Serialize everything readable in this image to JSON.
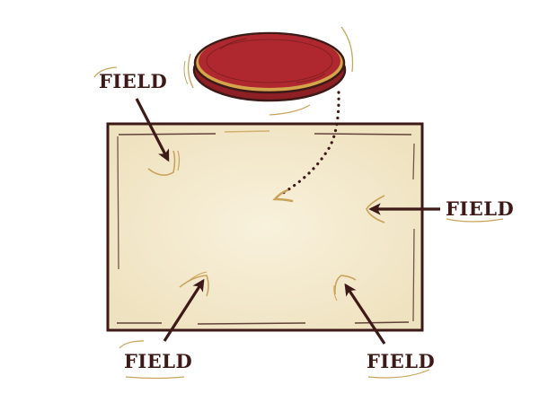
{
  "diagram": {
    "labels": [
      {
        "id": "top-left",
        "text": "FIELD"
      },
      {
        "id": "right",
        "text": "FIELD"
      },
      {
        "id": "bottom-left",
        "text": "FIELD"
      },
      {
        "id": "bottom-right",
        "text": "FIELD"
      }
    ],
    "colors": {
      "board_fill": "#f3e9cf",
      "board_border": "#3d1a17",
      "coin_red": "#b0282f",
      "coin_gold": "#d4a54a",
      "ink": "#3d1a17",
      "accent_gold": "#c9a35a"
    }
  }
}
